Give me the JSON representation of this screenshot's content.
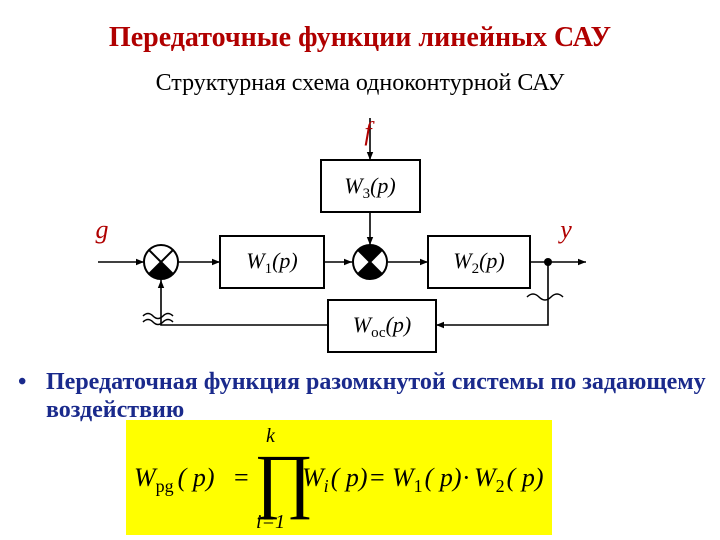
{
  "title": "Передаточные функции линейных САУ",
  "subtitle": "Структурная схема одноконтурной САУ",
  "diagram": {
    "signal_f": "f",
    "signal_g": "g",
    "signal_y": "y",
    "block_w3": {
      "name": "W",
      "sub": "3",
      "arg": "(p)"
    },
    "block_w1": {
      "name": "W",
      "sub": "1",
      "arg": "(p)"
    },
    "block_w2": {
      "name": "W",
      "sub": "2",
      "arg": "(p)"
    },
    "block_woc": {
      "name": "W",
      "sub": "ос",
      "arg": "(p)"
    }
  },
  "bullet": {
    "marker": "•",
    "text": "Передаточная функция разомкнутой системы по задающему воздействию"
  },
  "formula": {
    "lhs_name": "W",
    "lhs_sub": "pg",
    "lhs_arg": "( p)",
    "equals": "=",
    "product_symbol": "∏",
    "upper_limit": "k",
    "lower_limit": "i=1",
    "term_name": "W",
    "term_sub": "i",
    "term_arg": "( p)",
    "equals2": "=",
    "f1_name": "W",
    "f1_sub": "1",
    "f1_arg": "( p)",
    "dot": "·",
    "f2_name": "W",
    "f2_sub": "2",
    "f2_arg": "( p)"
  },
  "colors": {
    "title": "#b00000",
    "bullet_text": "#1a2a8c",
    "formula_background": "#ffff00"
  }
}
